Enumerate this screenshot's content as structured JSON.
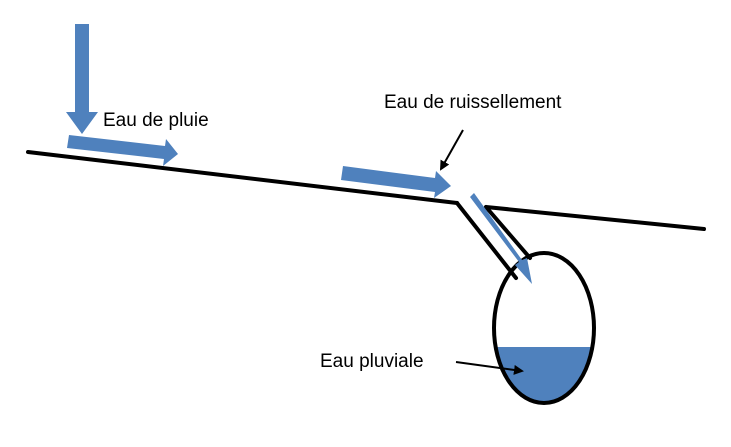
{
  "labels": {
    "rain": "Eau de pluie",
    "runoff": "Eau de ruissellement",
    "stormwater": "Eau pluviale"
  },
  "colors": {
    "water": "#4F81BD",
    "line": "#000000",
    "background": "#FFFFFF"
  }
}
